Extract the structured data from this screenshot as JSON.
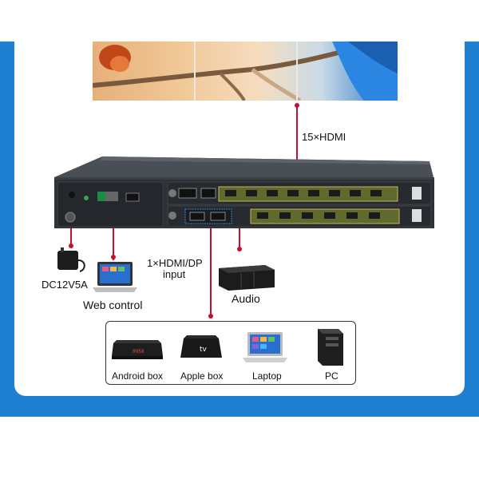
{
  "labels": {
    "hdmi_output": "15×HDMI",
    "hdmi_dp_input": "1×HDMI/DP",
    "hdmi_dp_input_line2": "input",
    "power": "DC12V5A",
    "web_control": "Web control",
    "audio": "Audio"
  },
  "sources": [
    {
      "label": "Android box",
      "icon": "android-box-icon",
      "screen_text": "0958"
    },
    {
      "label": "Apple box",
      "icon": "apple-tv-icon",
      "screen_text": "tv"
    },
    {
      "label": "Laptop",
      "icon": "laptop-icon"
    },
    {
      "label": "PC",
      "icon": "pc-tower-icon"
    }
  ],
  "colors": {
    "accent_blue": "#1f7fd0",
    "wire_red": "#c8102e",
    "chassis": "#2e3236",
    "hdmi_strip": "#5f6a2e"
  }
}
